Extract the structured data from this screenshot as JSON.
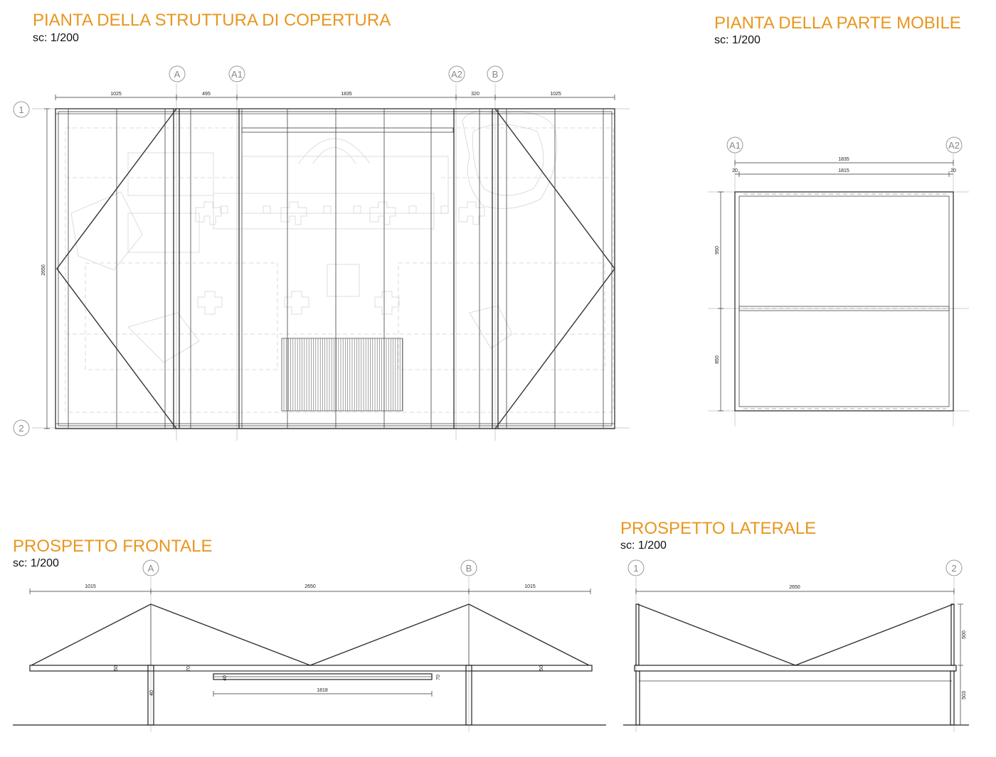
{
  "sections": {
    "roof_plan": {
      "title": "PIANTA DELLA STRUTTURA DI COPERTURA",
      "scale": "sc: 1/200"
    },
    "mobile_plan": {
      "title": "PIANTA DELLA PARTE MOBILE",
      "scale": "sc: 1/200"
    },
    "front_elevation": {
      "title": "PROSPETTO FRONTALE",
      "scale": "sc: 1/200"
    },
    "side_elevation": {
      "title": "PROSPETTO LATERALE",
      "scale": "sc: 1/200"
    }
  },
  "grid": {
    "roof_plan_cols": [
      "A",
      "A1",
      "A2",
      "B"
    ],
    "roof_plan_rows": [
      "1",
      "2"
    ],
    "mobile_plan_cols": [
      "A1",
      "A2"
    ],
    "front_cols": [
      "A",
      "B"
    ],
    "side_cols": [
      "1",
      "2"
    ]
  },
  "dimensions": {
    "roof_plan_top": [
      "1025",
      "495",
      "1835",
      "320",
      "1025"
    ],
    "roof_plan_left": "2650",
    "mobile_total": "1835",
    "mobile_parts": [
      "20",
      "1815",
      "20"
    ],
    "mobile_left": [
      "950",
      "850"
    ],
    "front_top": [
      "1015",
      "2650",
      "1015"
    ],
    "front_small": [
      "50",
      "70",
      "40",
      "70",
      "50",
      "40"
    ],
    "front_mobile": "1818",
    "side_top": "2650",
    "side_right": [
      "500",
      "503"
    ]
  }
}
